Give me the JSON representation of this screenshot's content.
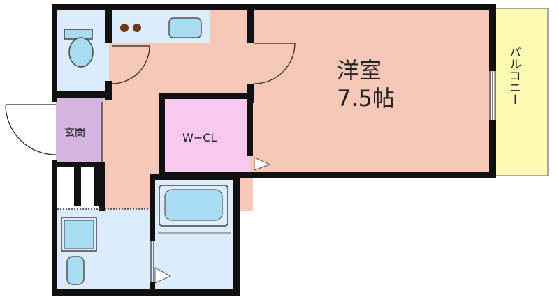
{
  "rooms": {
    "western_room": {
      "name": "洋室",
      "size": "7.5帖"
    },
    "entrance": {
      "name": "玄関"
    },
    "closet": {
      "name": "W−CL"
    },
    "balcony": {
      "name": "バルコニー"
    }
  },
  "colors": {
    "wall": "#111111",
    "floor_pink": "#f7c7b8",
    "wet_area_blue": "#dcecfc",
    "fixture_blue": "#a8dcf2",
    "entrance_purple": "#d6b4e0",
    "closet_pink": "#f9c8f0",
    "balcony_yellow": "#fdfab4",
    "stove_brown": "#6b3a16"
  }
}
